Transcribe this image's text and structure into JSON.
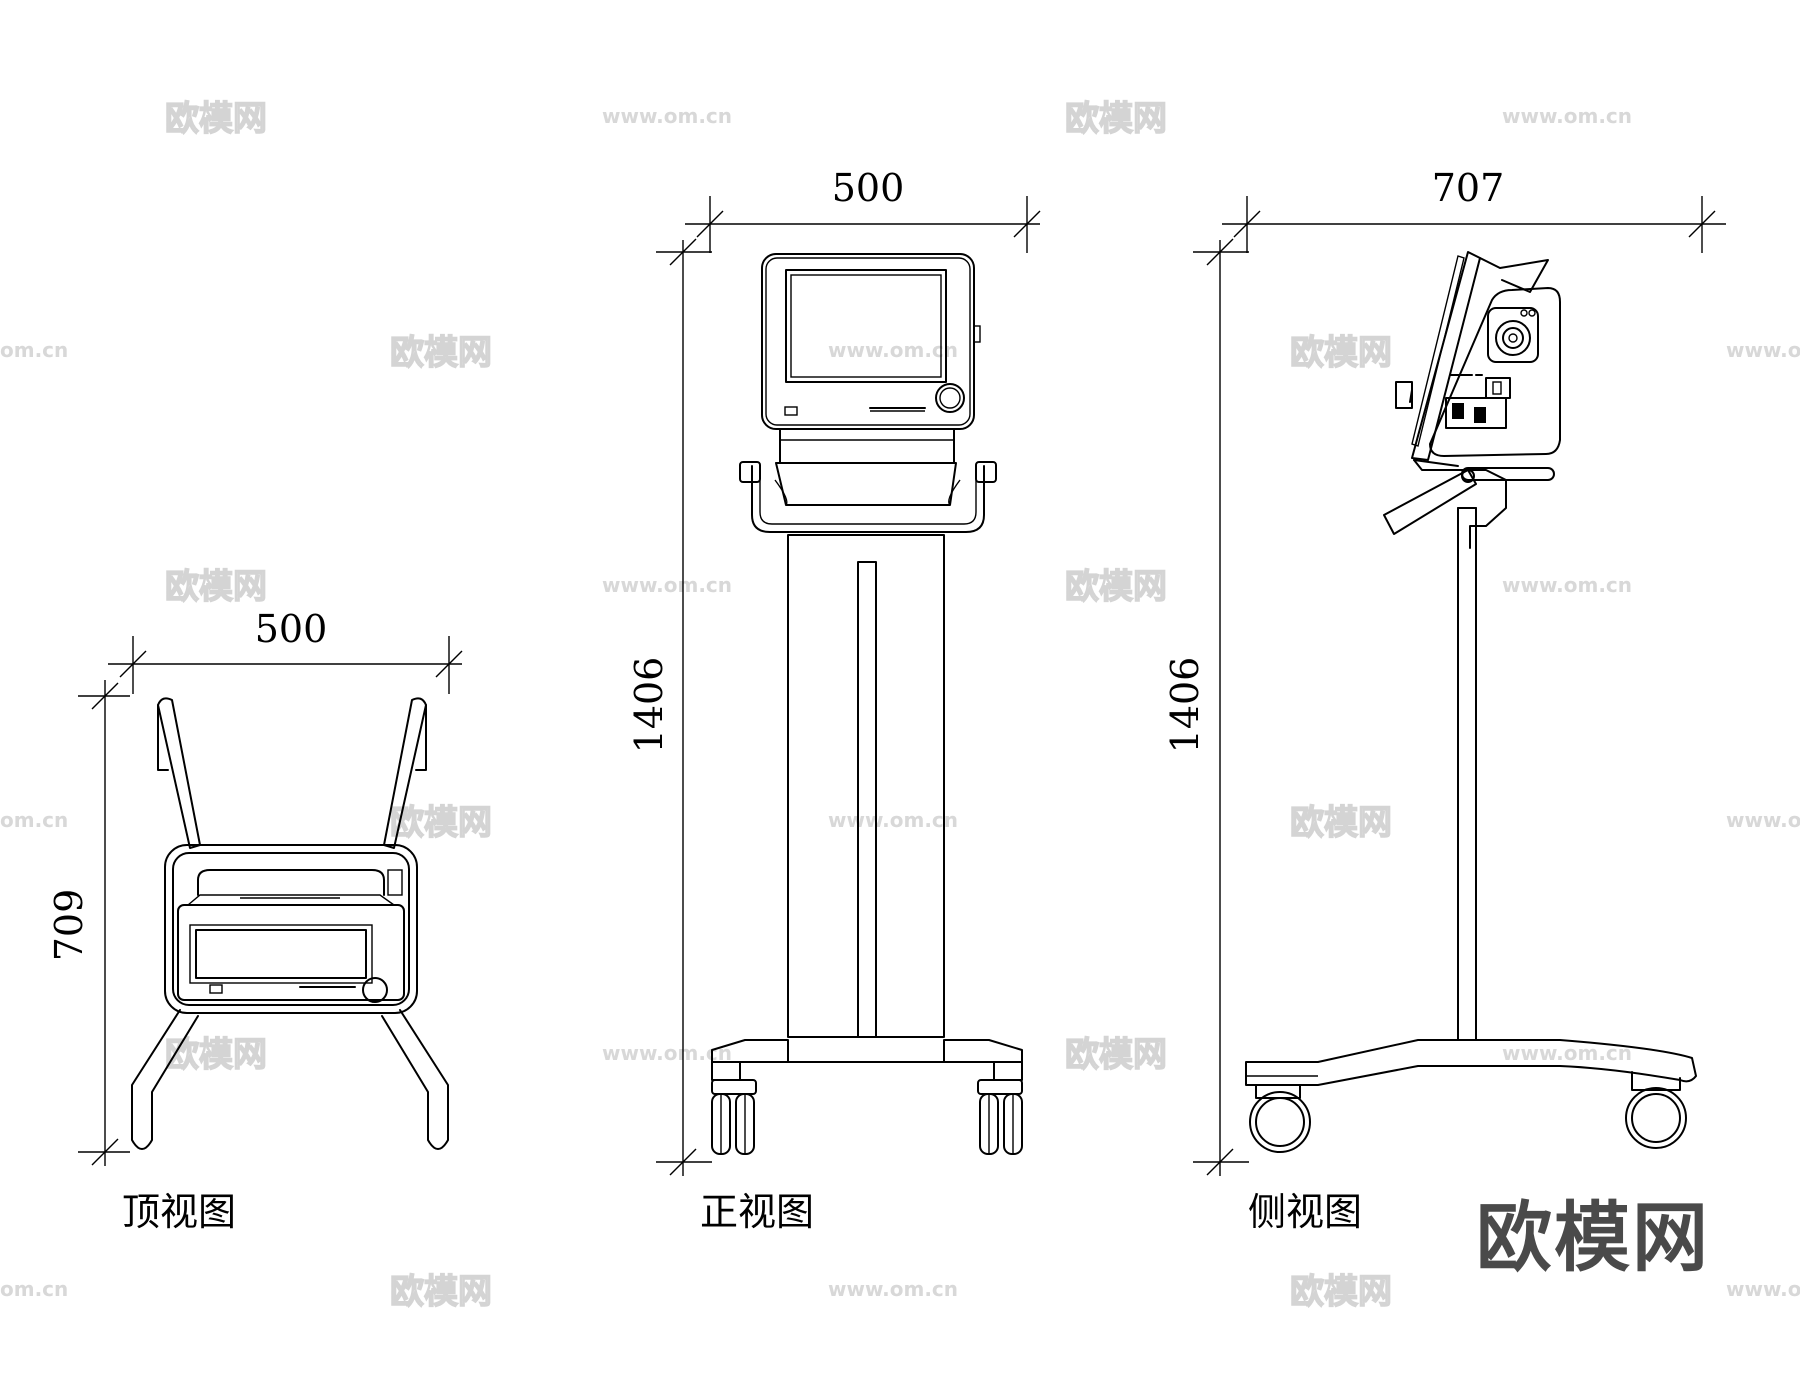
{
  "dimensions": {
    "top_width": "500",
    "top_depth": "709",
    "front_width": "500",
    "front_height": "1406",
    "side_width": "707",
    "side_height": "1406"
  },
  "captions": {
    "top_view": "顶视图",
    "front_view": "正视图",
    "side_view": "侧视图"
  },
  "watermark": {
    "brand": "欧模网",
    "url": "www.om.cn",
    "url_partial": "om.cn"
  }
}
